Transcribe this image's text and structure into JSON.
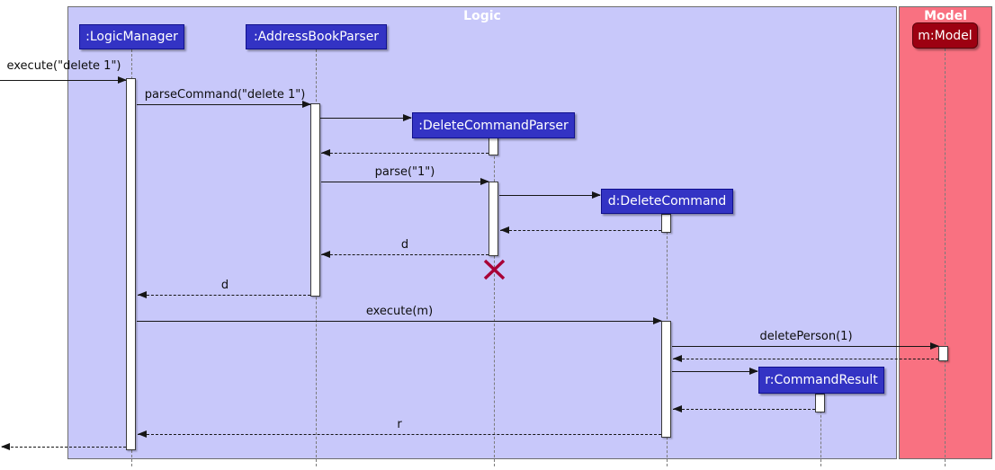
{
  "frames": [
    {
      "label": "Logic"
    },
    {
      "label": "Model"
    }
  ],
  "participants": [
    {
      "label": ":LogicManager",
      "frame": "Logic"
    },
    {
      "label": ":AddressBookParser",
      "frame": "Logic"
    },
    {
      "label": ":DeleteCommandParser",
      "frame": "Logic",
      "created_during_sequence": true,
      "destroyed": true
    },
    {
      "label": "d:DeleteCommand",
      "frame": "Logic",
      "created_during_sequence": true
    },
    {
      "label": "r:CommandResult",
      "frame": "Logic",
      "created_during_sequence": true
    },
    {
      "label": "m:Model",
      "frame": "Model"
    }
  ],
  "messages": [
    {
      "label": "execute(\"delete 1\")",
      "from": "(external)",
      "to": ":LogicManager",
      "style": "solid"
    },
    {
      "label": "parseCommand(\"delete 1\")",
      "from": ":LogicManager",
      "to": ":AddressBookParser",
      "style": "solid"
    },
    {
      "label": "parse(\"1\")",
      "from": ":AddressBookParser",
      "to": ":DeleteCommandParser",
      "style": "solid"
    },
    {
      "label": "d",
      "from": ":DeleteCommandParser",
      "to": ":AddressBookParser",
      "style": "dashed-return"
    },
    {
      "label": "d",
      "from": ":AddressBookParser",
      "to": ":LogicManager",
      "style": "dashed-return"
    },
    {
      "label": "execute(m)",
      "from": ":LogicManager",
      "to": "d:DeleteCommand",
      "style": "solid"
    },
    {
      "label": "deletePerson(1)",
      "from": "d:DeleteCommand",
      "to": "m:Model",
      "style": "solid"
    },
    {
      "label": "r",
      "from": "d:DeleteCommand",
      "to": ":LogicManager",
      "style": "dashed-return"
    }
  ],
  "destruction": {
    "participant": ":DeleteCommandParser"
  },
  "colors": {
    "logic_frame_fill": "#C8C8FA",
    "model_frame_fill": "#F97181",
    "logic_participant_fill": "#3333C4",
    "model_participant_fill": "#9D0012",
    "destroy_x_color": "#A80036",
    "lifeline_color": "#7A7A7A",
    "arrow_color": "#161616"
  }
}
